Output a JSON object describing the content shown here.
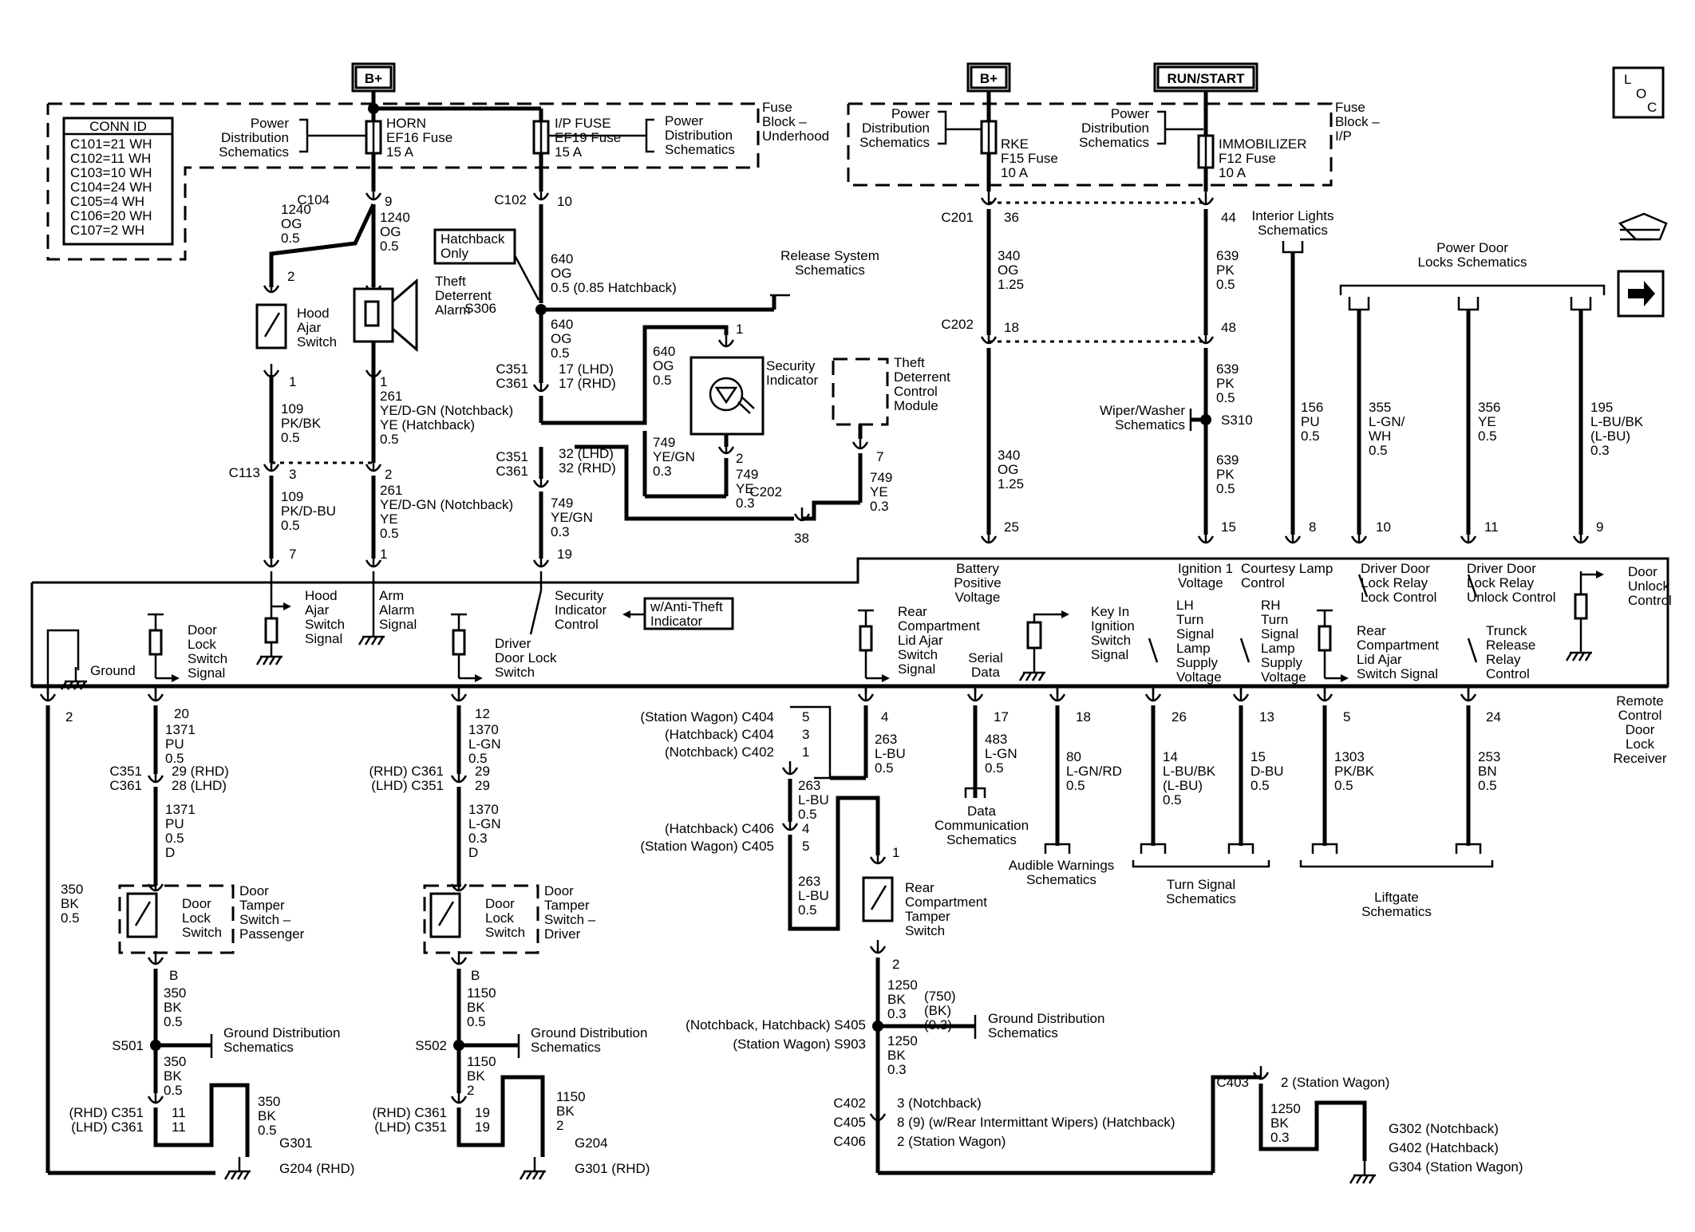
{
  "power": {
    "bplus_left": "B+",
    "bplus_right": "B+",
    "run_start": "RUN/START"
  },
  "conn_table": {
    "title": "CONN ID",
    "rows": [
      "C101=21 WH",
      "C102=11 WH",
      "C103=10 WH",
      "C104=24 WH",
      "C105=4 WH",
      "C106=20 WH",
      "C107=2 WH"
    ]
  },
  "fuse_blocks": {
    "underhood": [
      "Fuse",
      "Block –",
      "Underhood"
    ],
    "ip": [
      "Fuse",
      "Block –",
      "I/P"
    ]
  },
  "fuses": {
    "horn": [
      "HORN",
      "EF16 Fuse",
      "15 A"
    ],
    "ip_fuse": [
      "I/P FUSE",
      "EF19 Fuse",
      "15 A"
    ],
    "rke": [
      "RKE",
      "F15 Fuse",
      "10 A"
    ],
    "immobilizer": [
      "IMMOBILIZER",
      "F12 Fuse",
      "10 A"
    ]
  },
  "power_dist": [
    "Power",
    "Distribution",
    "Schematics"
  ],
  "loc": [
    "L",
    "O",
    "C"
  ],
  "left": {
    "c104": "C104",
    "w1240a": [
      "1240",
      "OG",
      "0.5"
    ],
    "pin9": "9",
    "w1240b": [
      "1240",
      "OG",
      "0.5"
    ],
    "pin2a": "2",
    "hood_ajar": [
      "Hood",
      "Ajar",
      "Switch"
    ],
    "hatch_only": [
      "Hatchback",
      "Only"
    ],
    "theft_alarm": [
      "Theft",
      "Deterrent",
      "Alarm"
    ],
    "pin1a": "1",
    "pin1b": "1",
    "w109a": [
      "109",
      "PK/BK",
      "0.5"
    ],
    "w261a": [
      "261",
      "YE/D-GN (Notchback)",
      "YE (Hatchback)",
      "0.5"
    ],
    "c113": "C113",
    "pin3": "3",
    "pin2b": "2",
    "w109b": [
      "109",
      "PK/D-BU",
      "0.5"
    ],
    "w261b": [
      "261",
      "YE/D-GN (Notchback)",
      "YE",
      "0.5"
    ],
    "pin7": "7",
    "pin1c": "1",
    "c102": "C102",
    "pin10": "10",
    "w640a": [
      "640",
      "OG",
      "0.5 (0.85 Hatchback)"
    ],
    "s306": "S306",
    "release": [
      "Release System",
      "Schematics"
    ],
    "w640b": [
      "640",
      "OG",
      "0.5"
    ],
    "c351a": "C351",
    "c361a": "C361",
    "lhd17": "17 (LHD)",
    "rhd17": "17 (RHD)",
    "w640c": [
      "640",
      "OG",
      "0.5"
    ],
    "pin1d": "1",
    "sec_ind": [
      "Security",
      "Indicator"
    ],
    "theft_module": [
      "Theft",
      "Deterrent",
      "Control",
      "Module"
    ],
    "w749a": [
      "749",
      "YE/GN",
      "0.3"
    ],
    "pin2c": "2",
    "w749b": [
      "749",
      "YE",
      "0.3"
    ],
    "c351b": "C351",
    "c361b": "C361",
    "lhd32": "32 (LHD)",
    "rhd32": "32 (RHD)",
    "w749c": [
      "749",
      "YE/GN",
      "0.3"
    ],
    "c202a": "C202",
    "pin38": "38",
    "pin7b": "7",
    "w749d": [
      "749",
      "YE",
      "0.3"
    ],
    "pin19": "19"
  },
  "right_top": {
    "c201": "C201",
    "pin36": "36",
    "pin44": "44",
    "w340a": [
      "340",
      "OG",
      "1.25"
    ],
    "w639a": [
      "639",
      "PK",
      "0.5"
    ],
    "interior": [
      "Interior Lights",
      "Schematics"
    ],
    "power_door": [
      "Power Door",
      "Locks Schematics"
    ],
    "c202": "C202",
    "pin18": "18",
    "pin48": "48",
    "w639b": [
      "639",
      "PK",
      "0.5"
    ],
    "wiper": [
      "Wiper/Washer",
      "Schematics"
    ],
    "s310": "S310",
    "w156": [
      "156",
      "PU",
      "0.5"
    ],
    "w355": [
      "355",
      "L-GN/",
      "WH",
      "0.5"
    ],
    "w356": [
      "356",
      "YE",
      "0.5"
    ],
    "w195": [
      "195",
      "L-BU/BK",
      "(L-BU)",
      "0.3"
    ],
    "w340b": [
      "340",
      "OG",
      "1.25"
    ],
    "w639c": [
      "639",
      "PK",
      "0.5"
    ],
    "p25": "25",
    "p15": "15",
    "p8": "8",
    "p10": "10",
    "p11": "11",
    "p9": "9"
  },
  "module": {
    "battery": [
      "Battery",
      "Positive",
      "Voltage"
    ],
    "ignition": [
      "Ignition 1",
      "Voltage"
    ],
    "courtesy": [
      "Courtesy Lamp",
      "Control"
    ],
    "drv_lock": [
      "Driver Door",
      "Lock Relay",
      "Lock Control"
    ],
    "drv_unlock": [
      "Driver Door",
      "Lock Relay",
      "Unlock Control"
    ],
    "door_unlock": [
      "Door",
      "Unlock",
      "Control"
    ],
    "hood_sig": [
      "Hood",
      "Ajar",
      "Switch",
      "Signal"
    ],
    "arm": [
      "Arm",
      "Alarm",
      "Signal"
    ],
    "sec_ctrl": [
      "Security",
      "Indicator",
      "Control"
    ],
    "anti_theft": [
      "w/Anti-Theft",
      "Indicator"
    ],
    "ground": "Ground",
    "door_lock_sig": [
      "Door",
      "Lock",
      "Switch",
      "Signal"
    ],
    "drv_door_lock": [
      "Driver",
      "Door Lock",
      "Switch"
    ],
    "rear_lid": [
      "Rear",
      "Compartment",
      "Lid Ajar",
      "Switch",
      "Signal"
    ],
    "serial": [
      "Serial",
      "Data"
    ],
    "key_in": [
      "Key In",
      "Ignition",
      "Switch",
      "Signal"
    ],
    "lh_turn": [
      "LH",
      "Turn",
      "Signal",
      "Lamp",
      "Supply",
      "Voltage"
    ],
    "rh_turn": [
      "RH",
      "Turn",
      "Signal",
      "Lamp",
      "Supply",
      "Voltage"
    ],
    "rear_lid2": [
      "Rear",
      "Compartment",
      "Lid Ajar",
      "Switch Signal"
    ],
    "trunk": [
      "Trunck",
      "Release",
      "Relay",
      "Control"
    ],
    "receiver": [
      "Remote",
      "Control",
      "Door",
      "Lock",
      "Receiver"
    ]
  },
  "bottom": {
    "p2": "2",
    "w350": [
      "350",
      "BK",
      "0.5"
    ],
    "p20": "20",
    "w1371a": [
      "1371",
      "PU",
      "0.5"
    ],
    "c351c": "C351",
    "c361c": "C361",
    "rhd29": "29 (RHD)",
    "lhd28": "28 (LHD)",
    "w1371b": [
      "1371",
      "PU",
      "0.5",
      "D"
    ],
    "door_lock_sw1": [
      "Door",
      "Lock",
      "Switch"
    ],
    "tamper_pass": [
      "Door",
      "Tamper",
      "Switch –",
      "Passenger"
    ],
    "pB1": "B",
    "w350b": [
      "350",
      "BK",
      "0.5"
    ],
    "s501": "S501",
    "gnd_dist": [
      "Ground Distribution",
      "Schematics"
    ],
    "w350c": [
      "350",
      "BK",
      "0.5"
    ],
    "rhd_c351": "(RHD) C351",
    "lhd_c361": "(LHD) C361",
    "p11a": "11",
    "p11b": "11",
    "w350d": [
      "350",
      "BK",
      "0.5"
    ],
    "g301": "G301",
    "g204rhd": "G204 (RHD)",
    "p12": "12",
    "w1370a": [
      "1370",
      "L-GN",
      "0.5"
    ],
    "rhd_c361": "(RHD) C361",
    "lhd_c351": "(LHD) C351",
    "p29a": "29",
    "p29b": "29",
    "w1370b": [
      "1370",
      "L-GN",
      "0.3",
      "D"
    ],
    "door_lock_sw2": [
      "Door",
      "Lock",
      "Switch"
    ],
    "tamper_drv": [
      "Door",
      "Tamper",
      "Switch –",
      "Driver"
    ],
    "pB2": "B",
    "w1150a": [
      "1150",
      "BK",
      "0.5"
    ],
    "s502": "S502",
    "w1150b": [
      "1150",
      "BK",
      "2"
    ],
    "rhd_c361b": "(RHD) C361",
    "lhd_c351b": "(LHD) C351",
    "p19a": "19",
    "p19b": "19",
    "w1150c": [
      "1150",
      "BK",
      "2"
    ],
    "g204": "G204",
    "g301rhd": "G301 (RHD)",
    "sw_c404": "(Station Wagon) C404",
    "hb_c404": "(Hatchback) C404",
    "nb_c402": "(Notchback) C402",
    "p5a": "5",
    "p3a": "3",
    "p1a": "1",
    "p4": "4",
    "w263a": [
      "263",
      "L-BU",
      "0.5"
    ],
    "w263b": [
      "263",
      "L-BU",
      "0.5"
    ],
    "hb_c406": "(Hatchback) C406",
    "sw_c405": "(Station Wagon) C405",
    "p4b": "4",
    "p5b": "5",
    "w263c": [
      "263",
      "L-BU",
      "0.5"
    ],
    "p1b": "1",
    "rear_tamper": [
      "Rear",
      "Compartment",
      "Tamper",
      "Switch"
    ],
    "p2b": "2",
    "w1250a": [
      "1250",
      "BK",
      "0.3"
    ],
    "w750": [
      "(750)",
      "(BK)",
      "(0.3)"
    ],
    "s405": "(Notchback, Hatchback) S405",
    "s903": "(Station Wagon) S903",
    "gnd_dist2": [
      "Ground Distribution",
      "Schematics"
    ],
    "w1250b": [
      "1250",
      "BK",
      "0.3"
    ],
    "c402": "C402",
    "c405": "C405",
    "c406": "C406",
    "notch3": "3 (Notchback)",
    "hatch8": "8 (9) (w/Rear Intermittant Wipers) (Hatchback)",
    "sw2": "2 (Station Wagon)",
    "c403": "C403",
    "sw2b": "2 (Station Wagon)",
    "w1250c": [
      "1250",
      "BK",
      "0.3"
    ],
    "g302": "G302 (Notchback)",
    "g402": "G402 (Hatchback)",
    "g304": "G304 (Station Wagon)",
    "p17": "17",
    "w483": [
      "483",
      "L-GN",
      "0.5"
    ],
    "data_comm": [
      "Data",
      "Communication",
      "Schematics"
    ],
    "p18": "18",
    "w80": [
      "80",
      "L-GN/RD",
      "0.5"
    ],
    "audible": [
      "Audible Warnings",
      "Schematics"
    ],
    "p26": "26",
    "w14": [
      "14",
      "L-BU/BK",
      "(L-BU)",
      "0.5"
    ],
    "p13": "13",
    "w15": [
      "15",
      "D-BU",
      "0.5"
    ],
    "turn_sig": [
      "Turn Signal",
      "Schematics"
    ],
    "p5c": "5",
    "w1303": [
      "1303",
      "PK/BK",
      "0.5"
    ],
    "p24": "24",
    "w253": [
      "253",
      "BN",
      "0.5"
    ],
    "liftgate": [
      "Liftgate",
      "Schematics"
    ]
  }
}
